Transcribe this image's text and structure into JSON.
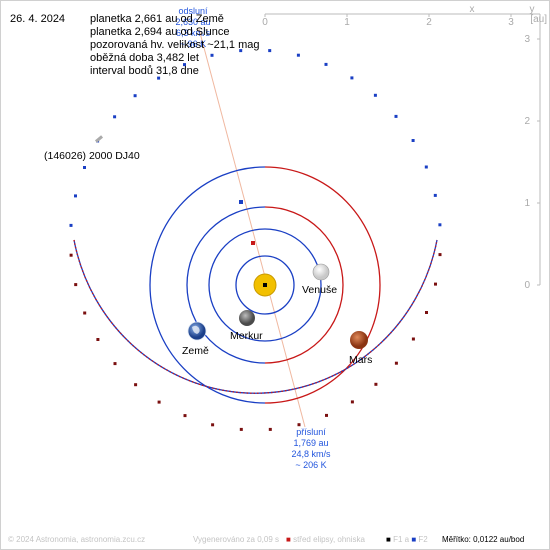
{
  "date": "26. 4. 2024",
  "info_lines": [
    "planetka 2,661 au od Země",
    "planetka 2,694 au od Slunce",
    "pozorovaná hv. velikost ~21,1 mag",
    "oběžná doba 3,482 let",
    "interval bodů 31,8 dne"
  ],
  "object_label": "(146026) 2000 DJ40",
  "planets": {
    "venus": "Venuše",
    "earth": "Země",
    "mercury": "Merkur",
    "mars": "Mars"
  },
  "aphelion": [
    "odsluní",
    "2,630 au",
    "6,3 km/s",
    "~ 96 K"
  ],
  "perihelion": [
    "přísluní",
    "1,769 au",
    "24,8 km/s",
    "~ 206 K"
  ],
  "axes": {
    "x_label": "x",
    "y_label": "y",
    "unit": "[au]",
    "x_ticks": [
      "0",
      "1",
      "2",
      "3"
    ],
    "y_ticks": [
      "0",
      "1",
      "2",
      "3"
    ]
  },
  "footer": {
    "copyright": "© 2024 Astronomia, astronomia.zcu.cz",
    "generated": "Vygenerováno za 0,09 s",
    "legend_center": "střed elipsy, ohniska",
    "legend_f1": "F1 a",
    "legend_f2": "F2",
    "scale": "Měřítko: 0,0122 au/bod"
  },
  "colors": {
    "orbit_blue": "#1a3fc4",
    "orbit_red": "#c81818",
    "sun": "#f2c000",
    "link": "#2255dd",
    "grid": "#bbbbbb"
  }
}
